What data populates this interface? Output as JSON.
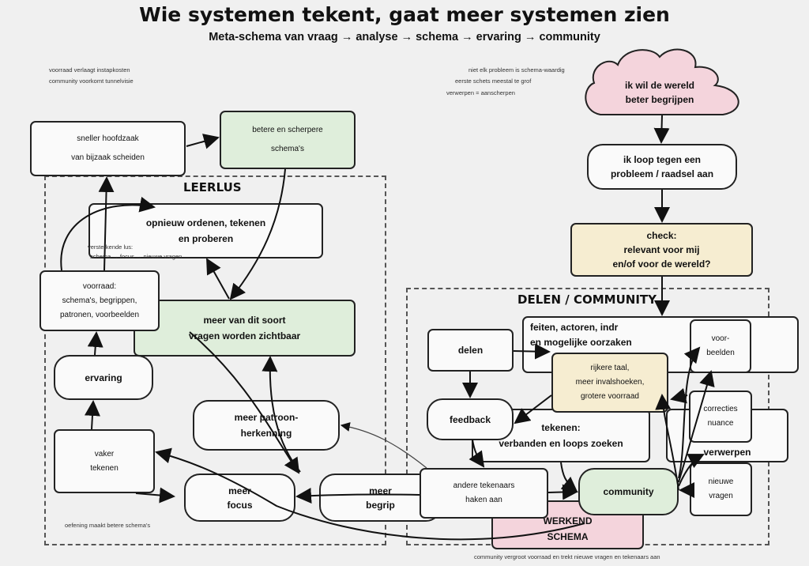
{
  "title": "Wie systemen tekent, gaat meer systemen zien",
  "subtitle": "Meta-schema van vraag → analyse → schema → ervaring → community",
  "notes": {
    "left_top": [
      "voorraad verlaagt instapkosten",
      "community voorkomt tunnelvisie"
    ],
    "right_top": [
      "niet elk probleem is schema-waardig",
      "eerste schets meestal te grof",
      "verwerpen = aanscherpen"
    ],
    "reinforcing_loop": [
      "versterkende lus:",
      "schema → focus → nieuwe vragen"
    ],
    "leerlus_footer": "oefening maakt betere schema's",
    "community_footer": "community vergroot voorraad en trekt nieuwe vragen en tekenaars aan"
  },
  "groups": {
    "leerlus": "LEERLUS",
    "delen": "DELEN / COMMUNITY"
  },
  "nodes": {
    "sneller": "sneller hoofdzaak\nvan bijzaak scheiden",
    "betere": "betere en scherpere\nschema's",
    "opnieuw": "opnieuw ordenen, tekenen\nen proberen",
    "voorraad": "voorraad:\nschema's, begrippen,\npatronen, voorbeelden",
    "zichtbaar": "meer van dit soort\nvragen worden zichtbaar",
    "ervaring": "ervaring",
    "patroon": "meer patroon-\nherkenning",
    "vaker": "vaker\ntekenen",
    "focus": "meer\nfocus",
    "begrip": "meer\nbegrip",
    "cloud": "ik wil de wereld\nbeter begrijpen",
    "probleem": "ik loop tegen een\nprobleem / raadsel aan",
    "check": "check:\nrelevant voor mij\nen/of voor de wereld?",
    "feiten": "feiten, actoren, indr\nen mogelijke oorzaken",
    "delen": "delen",
    "voorbeelden": "voor-\nbeelden",
    "rijkere": "rijkere taal,\nmeer invalshoeken,\ngrotere voorraad",
    "feedback": "feedback",
    "tekenen": "tekenen:\nverbanden en loops zoeken",
    "correcties": "correcties\nnuance",
    "verwerpen": "verwerpen",
    "nieuwe": "nieuwe\nvragen",
    "andere": "andere tekenaars\nhaken aan",
    "community": "community",
    "werkend": "WERKEND\nSCHEMA"
  },
  "colors": {
    "green": "#dfeedb",
    "yellow": "#f6edd1",
    "pink": "#f4d4dc",
    "background": "#f0f0f0"
  }
}
